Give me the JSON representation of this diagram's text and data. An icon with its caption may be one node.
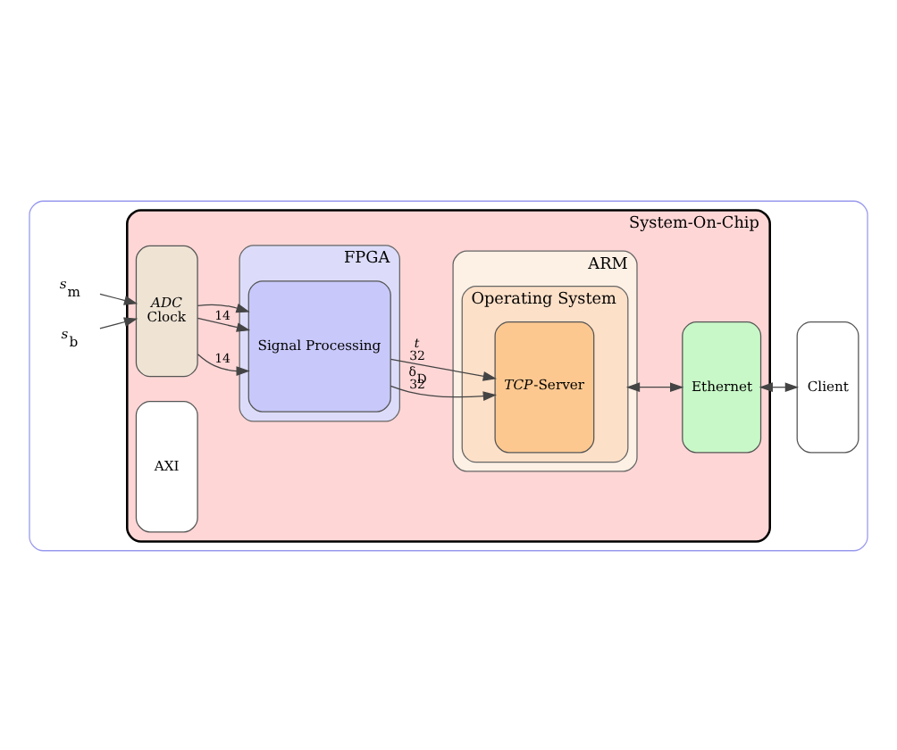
{
  "diagram": {
    "nodes": [
      {
        "text": [],
        "shape": "box"
      },
      {
        "text": [
          "*s*$_{m}$"
        ],
        "in": 0
      },
      {
        "text": [
          "*s*$_{b}$"
        ],
        "in": 0
      },
      {
        "text": [
          "System-On-Chip"
        ],
        "in": 0
      },
      {
        "text": [
          "ADC",
          "Clock"
        ],
        "in": 3
      },
      {
        "text": [
          "FPGA"
        ],
        "in": 3
      },
      {
        "text": [
          "Signal Processing"
        ],
        "in": 5
      },
      {
        "text": [
          "AXI"
        ],
        "in": 3
      },
      {
        "text": [
          "ARM"
        ],
        "in": 3
      },
      {
        "text": [
          "Operating System"
        ],
        "in": 8
      },
      {
        "text": [
          "*TCP*-Server"
        ],
        "in": 9
      },
      {
        "text": [
          "Ethernet"
        ],
        "in": 3
      },
      {
        "text": [
          "Client"
        ],
        "in": 0
      }
    ],
    "edges": [
      {
        "from": 1,
        "to": 4,
        "arrow": "to"
      },
      {
        "from": 4,
        "to": 6,
        "arrow": "to",
        "label": "14"
      },
      {
        "from": 2,
        "to": 4,
        "arrow": "to"
      },
      {
        "from": 4,
        "to": 6,
        "arrow": "to",
        "label": "14"
      },
      {
        "from": 6,
        "to": 10,
        "arrow": "to",
        "label": "δ$_{D}$ 32"
      },
      {
        "from": 6,
        "to": 10,
        "arrow": "to",
        "label": "*t* 32"
      },
      {
        "from": 4,
        "to": 6,
        "arrow": "to"
      },
      {
        "from": 9,
        "to": 11,
        "arrow": "both"
      },
      {
        "from": 11,
        "to": 12,
        "arrow": "both"
      }
    ]
  }
}
